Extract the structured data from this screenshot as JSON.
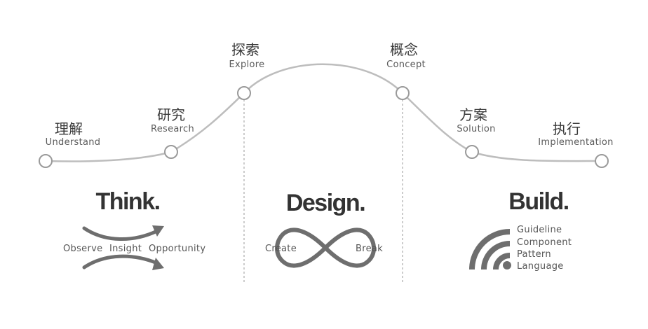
{
  "stages": [
    {
      "zh": "理解",
      "en": "Understand"
    },
    {
      "zh": "研究",
      "en": "Research"
    },
    {
      "zh": "探索",
      "en": "Explore"
    },
    {
      "zh": "概念",
      "en": "Concept"
    },
    {
      "zh": "方案",
      "en": "Solution"
    },
    {
      "zh": "执行",
      "en": "Implementation"
    }
  ],
  "phases": {
    "think": {
      "title": "Think.",
      "observe": "Observe",
      "insight": "Insight",
      "opportunity": "Opportunity"
    },
    "design": {
      "title": "Design.",
      "create": "Create",
      "break": "Break"
    },
    "build": {
      "title": "Build.",
      "layers": [
        "Guideline",
        "Component",
        "Pattern",
        "Language"
      ]
    }
  },
  "colors": {
    "curve": "#bdbdbd",
    "icon": "#6e6e6e",
    "heading": "#333333"
  }
}
